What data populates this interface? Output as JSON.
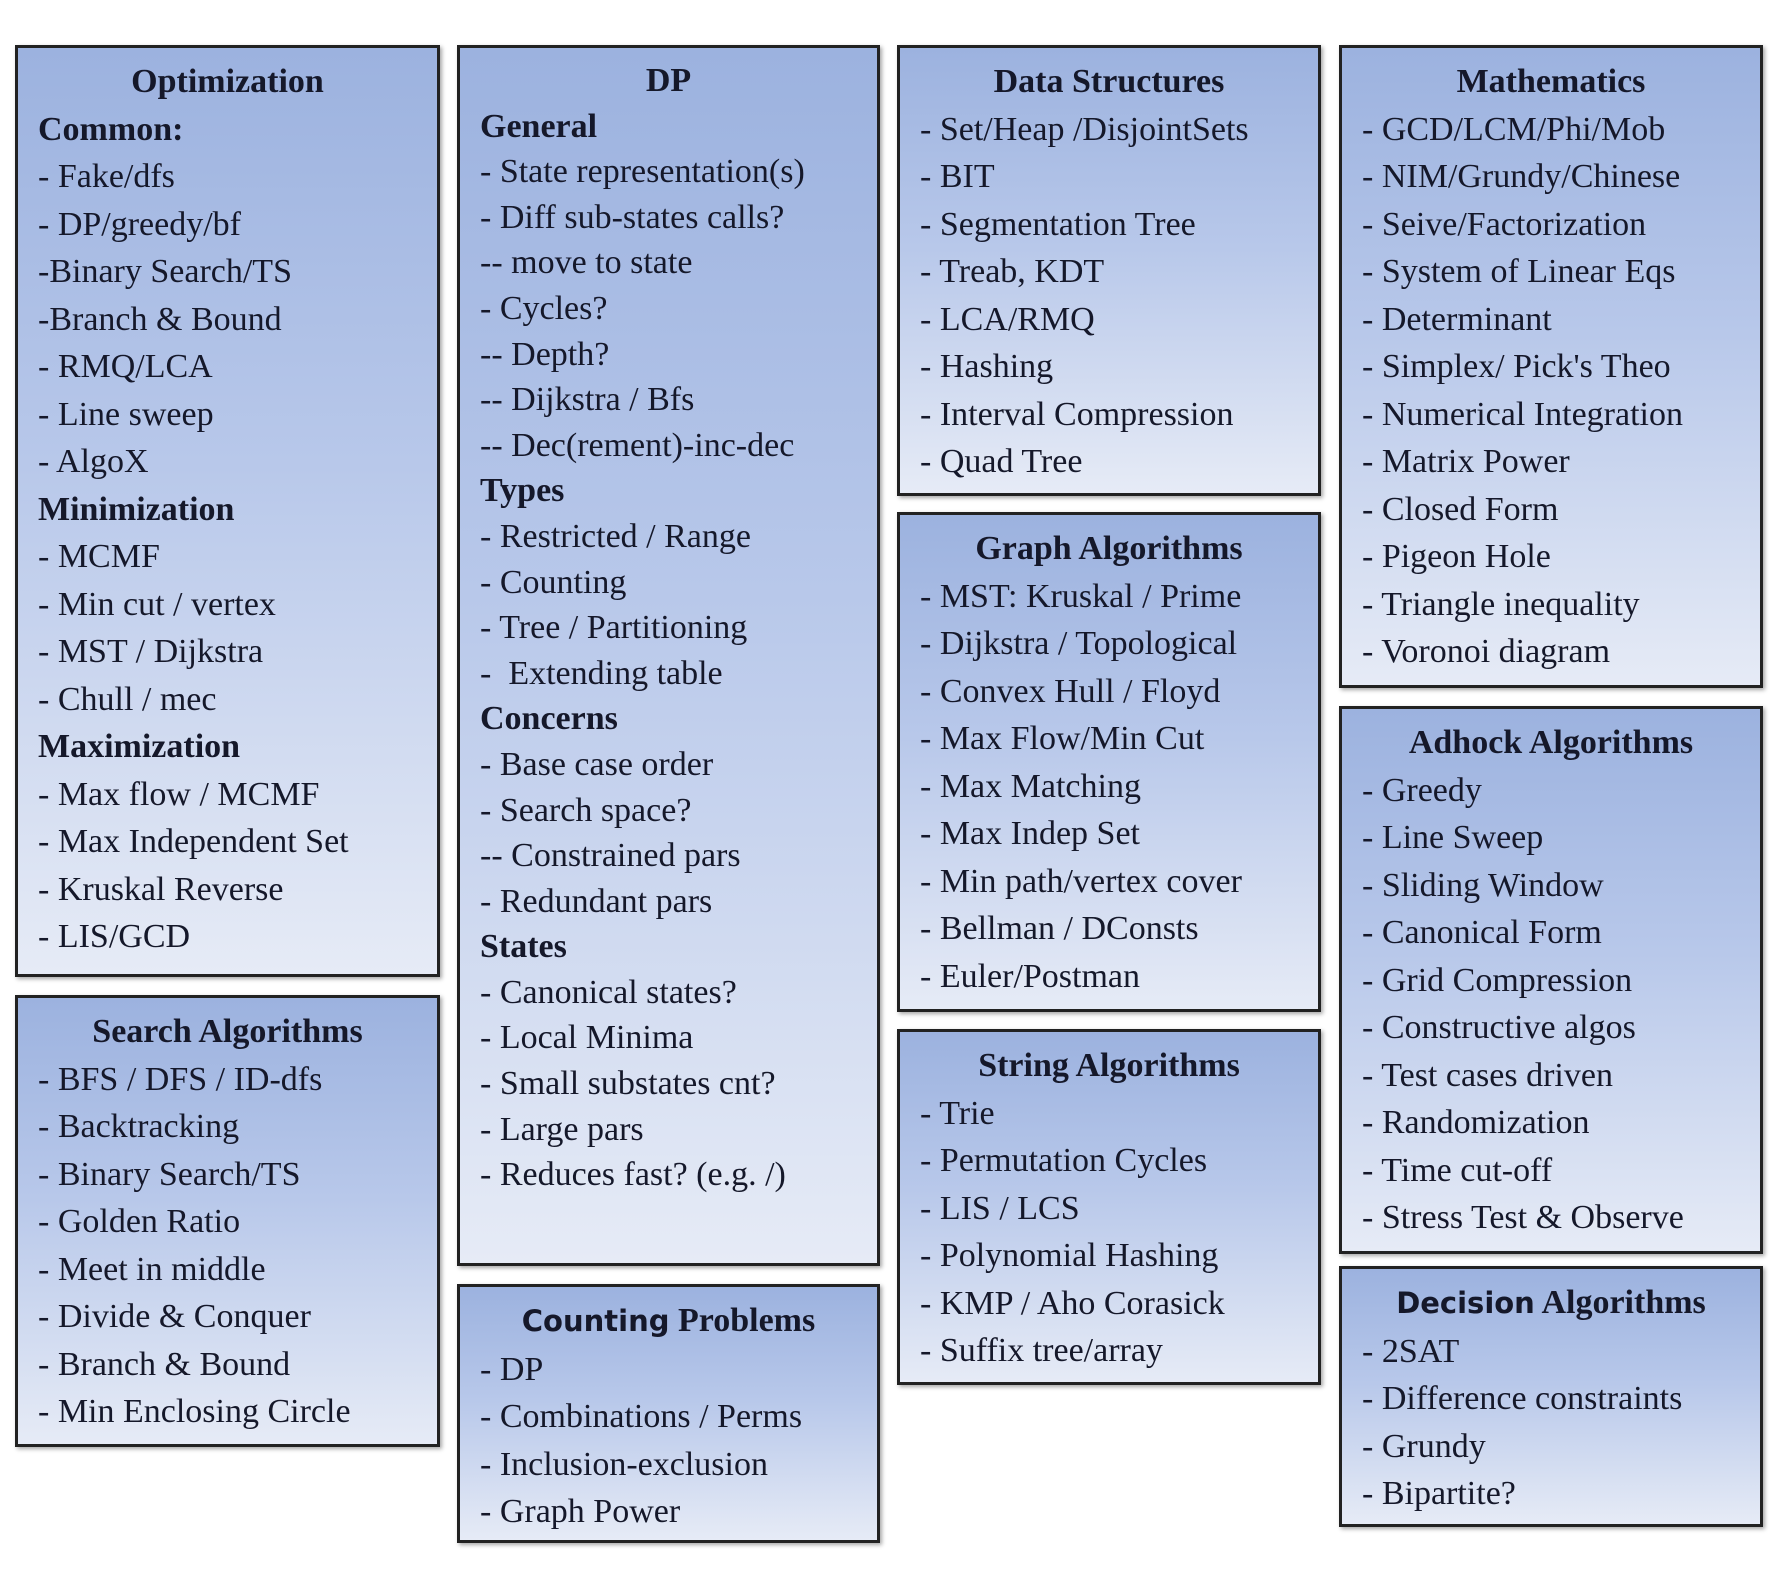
{
  "boxes": {
    "optimization": {
      "title": "Optimization",
      "lines": [
        {
          "text": "Common:",
          "heading": true
        },
        {
          "text": "- Fake/dfs"
        },
        {
          "text": "- DP/greedy/bf"
        },
        {
          "text": "-Binary Search/TS"
        },
        {
          "text": "-Branch & Bound"
        },
        {
          "text": "- RMQ/LCA"
        },
        {
          "text": "- Line sweep"
        },
        {
          "text": "- AlgoX"
        },
        {
          "text": "Minimization",
          "heading": true
        },
        {
          "text": "- MCMF"
        },
        {
          "text": "- Min cut / vertex"
        },
        {
          "text": "- MST / Dijkstra"
        },
        {
          "text": "- Chull / mec"
        },
        {
          "text": "Maximization",
          "heading": true
        },
        {
          "text": "- Max flow / MCMF"
        },
        {
          "text": "- Max Independent Set"
        },
        {
          "text": "- Kruskal Reverse"
        },
        {
          "text": "- LIS/GCD"
        }
      ]
    },
    "search": {
      "title": "Search Algorithms",
      "lines": [
        {
          "text": "- BFS / DFS / ID-dfs"
        },
        {
          "text": "- Backtracking"
        },
        {
          "text": "- Binary Search/TS"
        },
        {
          "text": "- Golden Ratio"
        },
        {
          "text": "- Meet in middle"
        },
        {
          "text": "- Divide & Conquer"
        },
        {
          "text": "- Branch & Bound"
        },
        {
          "text": "- Min Enclosing Circle"
        }
      ]
    },
    "dp": {
      "title": "DP",
      "lines": [
        {
          "text": "General",
          "heading": true
        },
        {
          "text": "- State representation(s)"
        },
        {
          "text": "- Diff sub-states calls?"
        },
        {
          "text": "-- move to state"
        },
        {
          "text": "- Cycles?"
        },
        {
          "text": "-- Depth?"
        },
        {
          "text": "-- Dijkstra / Bfs"
        },
        {
          "text": "-- Dec(rement)-inc-dec"
        },
        {
          "text": "Types",
          "heading": true
        },
        {
          "text": "- Restricted / Range"
        },
        {
          "text": "- Counting"
        },
        {
          "text": "- Tree / Partitioning"
        },
        {
          "text": "-  Extending table"
        },
        {
          "text": "Concerns",
          "heading": true
        },
        {
          "text": "- Base case order"
        },
        {
          "text": "- Search space?"
        },
        {
          "text": "-- Constrained pars"
        },
        {
          "text": "- Redundant pars"
        },
        {
          "text": "States",
          "heading": true
        },
        {
          "text": "- Canonical states?"
        },
        {
          "text": "- Local Minima"
        },
        {
          "text": "- Small substates cnt?"
        },
        {
          "text": "- Large pars"
        },
        {
          "text": "- Reduces fast? (e.g. /)"
        }
      ]
    },
    "counting": {
      "title_sans": "Counting",
      "title": "Problems",
      "lines": [
        {
          "text": "- DP"
        },
        {
          "text": "- Combinations / Perms"
        },
        {
          "text": "- Inclusion-exclusion"
        },
        {
          "text": "- Graph Power"
        }
      ]
    },
    "ds": {
      "title": "Data Structures",
      "lines": [
        {
          "text": "- Set/Heap /DisjointSets"
        },
        {
          "text": "- BIT"
        },
        {
          "text": "- Segmentation Tree"
        },
        {
          "text": "- Treab, KDT"
        },
        {
          "text": "- LCA/RMQ"
        },
        {
          "text": "- Hashing"
        },
        {
          "text": "- Interval Compression"
        },
        {
          "text": "- Quad Tree"
        }
      ]
    },
    "graph": {
      "title": "Graph Algorithms",
      "lines": [
        {
          "text": "- MST: Kruskal / Prime"
        },
        {
          "text": "- Dijkstra / Topological"
        },
        {
          "text": "- Convex Hull / Floyd"
        },
        {
          "text": "- Max Flow/Min Cut"
        },
        {
          "text": "- Max Matching"
        },
        {
          "text": "- Max Indep Set"
        },
        {
          "text": "- Min path/vertex cover"
        },
        {
          "text": "- Bellman / DConsts"
        },
        {
          "text": "- Euler/Postman"
        }
      ]
    },
    "string": {
      "title": "String Algorithms",
      "lines": [
        {
          "text": "- Trie"
        },
        {
          "text": "- Permutation Cycles"
        },
        {
          "text": "- LIS / LCS"
        },
        {
          "text": "- Polynomial Hashing"
        },
        {
          "text": "- KMP / Aho Corasick"
        },
        {
          "text": "- Suffix tree/array"
        }
      ]
    },
    "math": {
      "title": "Mathematics",
      "lines": [
        {
          "text": "- GCD/LCM/Phi/Mob"
        },
        {
          "text": "- NIM/Grundy/Chinese"
        },
        {
          "text": "- Seive/Factorization"
        },
        {
          "text": "- System of Linear Eqs"
        },
        {
          "text": "- Determinant"
        },
        {
          "text": "- Simplex/ Pick's Theo"
        },
        {
          "text": "- Numerical Integration"
        },
        {
          "text": "- Matrix Power"
        },
        {
          "text": "- Closed Form"
        },
        {
          "text": "- Pigeon Hole"
        },
        {
          "text": "- Triangle inequality"
        },
        {
          "text": "- Voronoi diagram"
        }
      ]
    },
    "adhock": {
      "title": "Adhock Algorithms",
      "lines": [
        {
          "text": "- Greedy"
        },
        {
          "text": "- Line Sweep"
        },
        {
          "text": "- Sliding Window"
        },
        {
          "text": "- Canonical Form"
        },
        {
          "text": "- Grid Compression"
        },
        {
          "text": "- Constructive algos"
        },
        {
          "text": "- Test cases driven"
        },
        {
          "text": "- Randomization"
        },
        {
          "text": "- Time cut-off"
        },
        {
          "text": "- Stress Test & Observe"
        }
      ]
    },
    "decision": {
      "title_sans": "Decision",
      "title": "Algorithms",
      "lines": [
        {
          "text": "- 2SAT"
        },
        {
          "text": "- Difference constraints"
        },
        {
          "text": "- Grundy"
        },
        {
          "text": "- Bipartite?"
        }
      ]
    }
  }
}
